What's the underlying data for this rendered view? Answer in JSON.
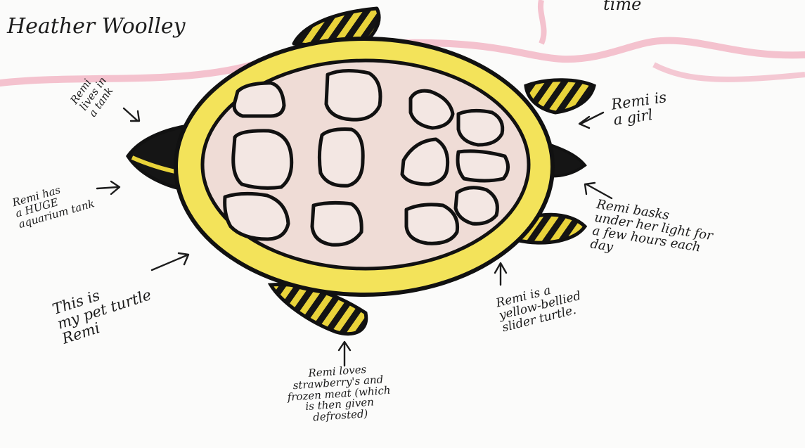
{
  "author": "Heather Woolley",
  "top_fragment": "time",
  "annotations": {
    "tank": "Remi\nlives in\na tank",
    "huge_tank": "Remi has\na HUGE\naquarium tank",
    "pet": "This is\nmy pet turtle\nRemi",
    "food": "Remi loves\nstrawberry's and\nfrozen meat (which\nis then given\ndefrosted)",
    "species": "Remi is a\nyellow-bellied\nslider turtle.",
    "basks": "Remi basks\nunder her light for\na few hours each\nday",
    "girl": "Remi is\na girl"
  },
  "colors": {
    "shell_rim": "#f3e35a",
    "shell_inner": "#efdcd6",
    "outline": "#111111",
    "limb_yellow": "#e9d33a",
    "pink_wave": "#f2b7c6",
    "ink": "#1c1c1c"
  },
  "icons": [
    "turtle-drawing",
    "arrow-icon"
  ]
}
